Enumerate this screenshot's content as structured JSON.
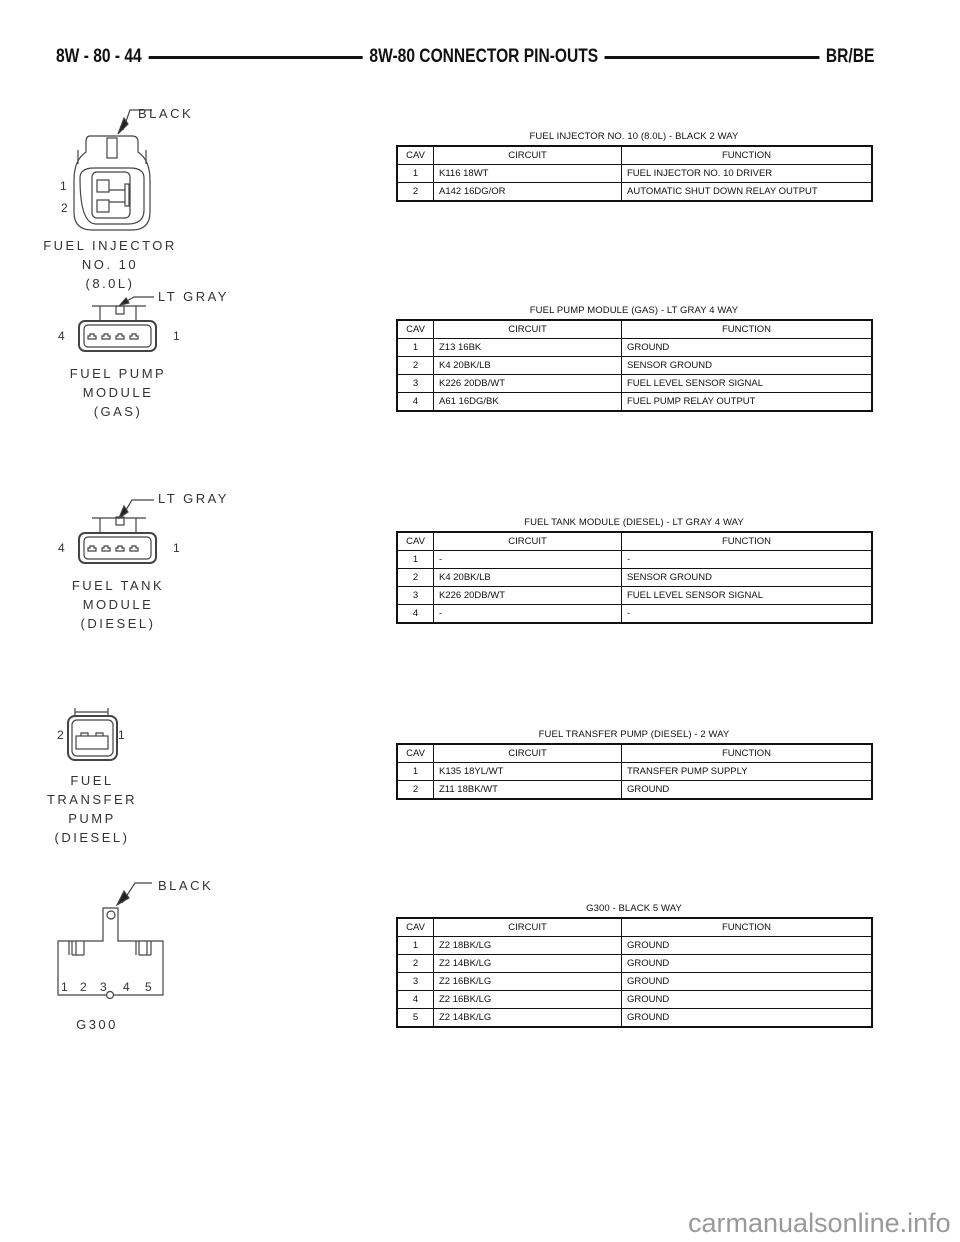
{
  "header": {
    "page": "8W - 80 - 44",
    "title": "8W-80 CONNECTOR PIN-OUTS",
    "model": "BR/BE"
  },
  "table_headers": {
    "cav": "CAV",
    "circuit": "CIRCUIT",
    "function": "FUNCTION"
  },
  "connectors": [
    {
      "name_lines": [
        "FUEL INJECTOR",
        "NO. 10",
        "(8.0L)"
      ],
      "color": "BLACK",
      "pins": [
        "1",
        "2"
      ],
      "table_title": "FUEL INJECTOR NO. 10 (8.0L) - BLACK 2 WAY",
      "rows": [
        {
          "cav": "1",
          "circuit": "K116 18WT",
          "function": "FUEL INJECTOR NO. 10 DRIVER"
        },
        {
          "cav": "2",
          "circuit": "A142 16DG/OR",
          "function": "AUTOMATIC SHUT DOWN RELAY OUTPUT"
        }
      ]
    },
    {
      "name_lines": [
        "FUEL PUMP",
        "MODULE",
        "(GAS)"
      ],
      "color": "LT GRAY",
      "pins": [
        "4",
        "1"
      ],
      "table_title": "FUEL PUMP MODULE (GAS) - LT GRAY 4 WAY",
      "rows": [
        {
          "cav": "1",
          "circuit": "Z13 16BK",
          "function": "GROUND"
        },
        {
          "cav": "2",
          "circuit": "K4 20BK/LB",
          "function": "SENSOR GROUND"
        },
        {
          "cav": "3",
          "circuit": "K226 20DB/WT",
          "function": "FUEL LEVEL SENSOR SIGNAL"
        },
        {
          "cav": "4",
          "circuit": "A61 16DG/BK",
          "function": "FUEL PUMP RELAY OUTPUT"
        }
      ]
    },
    {
      "name_lines": [
        "FUEL TANK",
        "MODULE",
        "(DIESEL)"
      ],
      "color": "LT GRAY",
      "pins": [
        "4",
        "1"
      ],
      "table_title": "FUEL TANK MODULE (DIESEL) - LT GRAY 4 WAY",
      "rows": [
        {
          "cav": "1",
          "circuit": "-",
          "function": "-"
        },
        {
          "cav": "2",
          "circuit": "K4 20BK/LB",
          "function": "SENSOR GROUND"
        },
        {
          "cav": "3",
          "circuit": "K226 20DB/WT",
          "function": "FUEL LEVEL SENSOR SIGNAL"
        },
        {
          "cav": "4",
          "circuit": "-",
          "function": "-"
        }
      ]
    },
    {
      "name_lines": [
        "FUEL",
        "TRANSFER",
        "PUMP",
        "(DIESEL)"
      ],
      "pins": [
        "2",
        "1"
      ],
      "table_title": "FUEL TRANSFER PUMP (DIESEL) - 2 WAY",
      "rows": [
        {
          "cav": "1",
          "circuit": "K135 18YL/WT",
          "function": "TRANSFER PUMP SUPPLY"
        },
        {
          "cav": "2",
          "circuit": "Z11 18BK/WT",
          "function": "GROUND"
        }
      ]
    },
    {
      "name_lines": [
        "G300"
      ],
      "color": "BLACK",
      "pins": [
        "1",
        "2",
        "3",
        "4",
        "5"
      ],
      "table_title": "G300 - BLACK 5 WAY",
      "rows": [
        {
          "cav": "1",
          "circuit": "Z2 18BK/LG",
          "function": "GROUND"
        },
        {
          "cav": "2",
          "circuit": "Z2 14BK/LG",
          "function": "GROUND"
        },
        {
          "cav": "3",
          "circuit": "Z2 16BK/LG",
          "function": "GROUND"
        },
        {
          "cav": "4",
          "circuit": "Z2 16BK/LG",
          "function": "GROUND"
        },
        {
          "cav": "5",
          "circuit": "Z2 14BK/LG",
          "function": "GROUND"
        }
      ]
    }
  ],
  "watermark": "carmanualsonline.info"
}
